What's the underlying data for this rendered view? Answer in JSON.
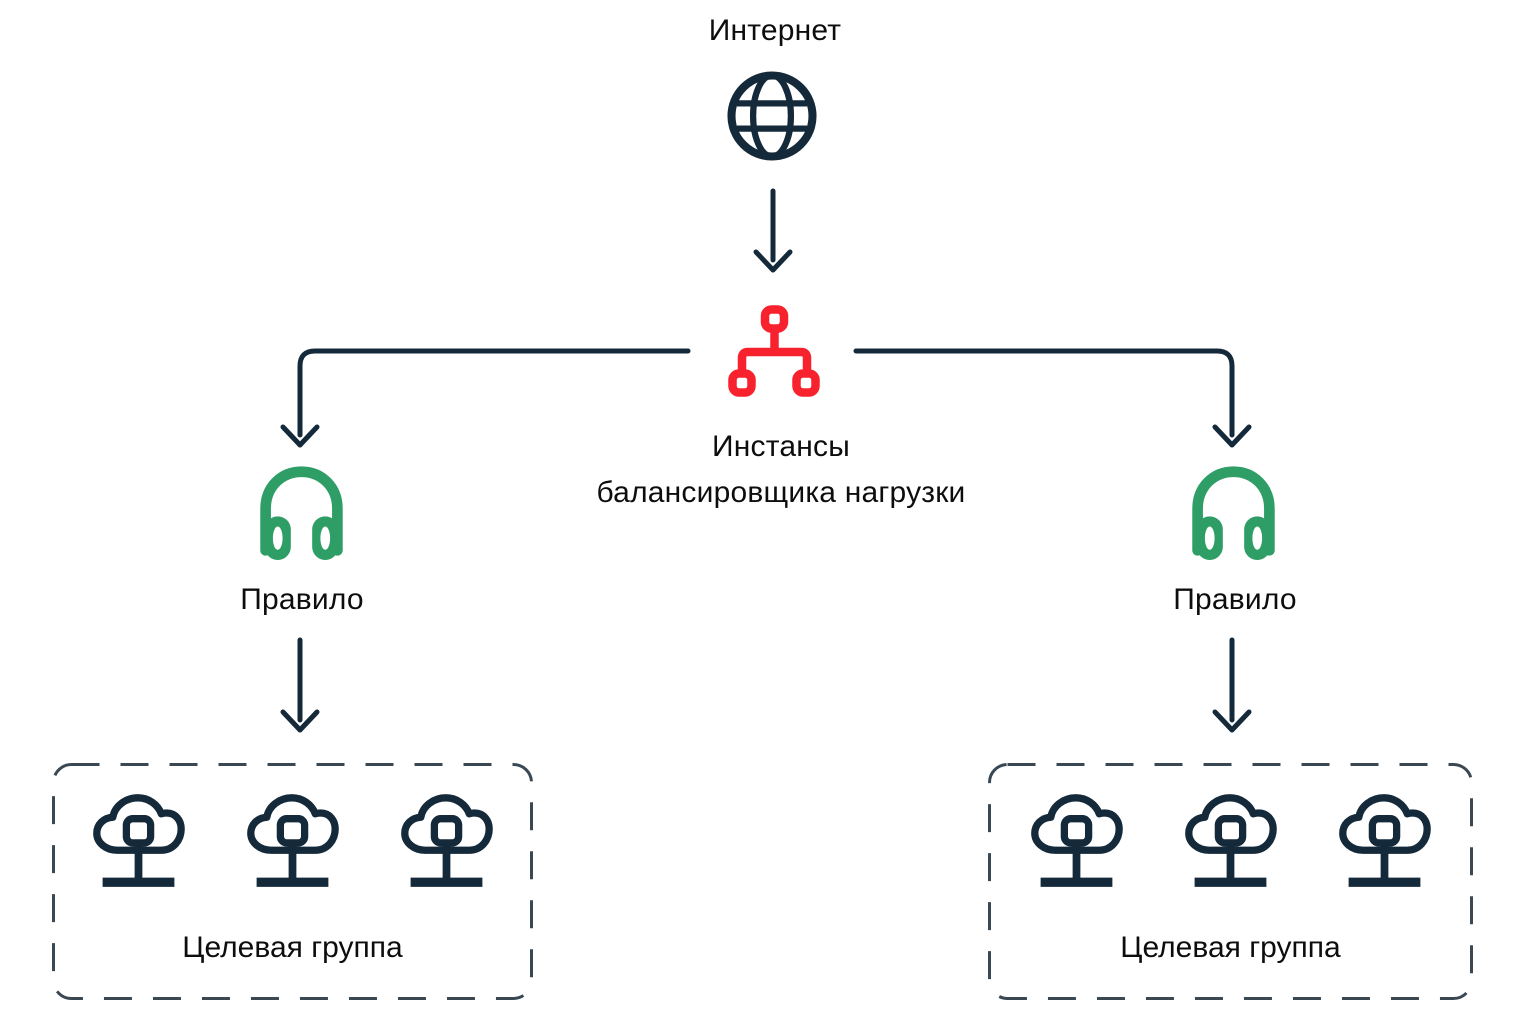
{
  "colors": {
    "ink": "#14293a",
    "red": "#f8222e",
    "green": "#2f9e66",
    "text": "#0d0d0d",
    "dash": "#3a4854",
    "bg": "#ffffff"
  },
  "diagram": {
    "internet": {
      "label": "Интернет",
      "icon": "globe-icon"
    },
    "load_balancer": {
      "icon": "load-balancer-icon",
      "label_lines": [
        "Инстансы",
        "балансировщика нагрузки"
      ]
    },
    "rules": {
      "left": {
        "label": "Правило",
        "icon": "headphones-icon"
      },
      "right": {
        "label": "Правило",
        "icon": "headphones-icon"
      }
    },
    "target_groups": {
      "left": {
        "label": "Целевая группа",
        "icon": "cloud-server-icon",
        "instance_count": 3
      },
      "right": {
        "label": "Целевая группа",
        "icon": "cloud-server-icon",
        "instance_count": 3
      }
    }
  }
}
